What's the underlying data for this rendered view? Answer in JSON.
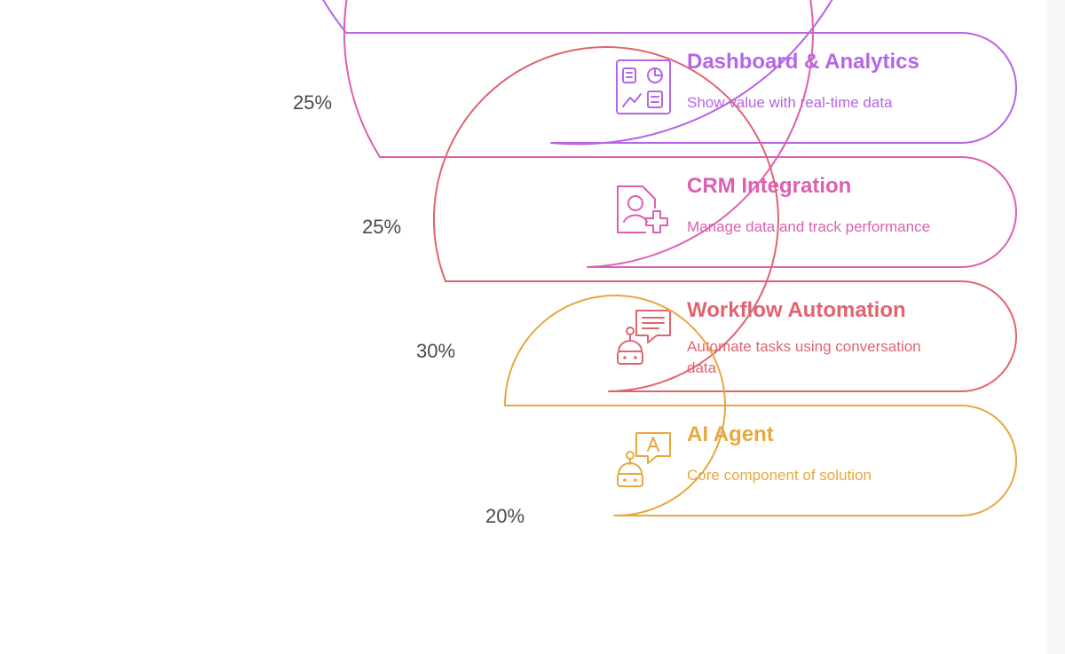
{
  "colors": {
    "dashboard": "#b565e6",
    "crm": "#dc5fb0",
    "workflow": "#e06470",
    "agent": "#e8a73f"
  },
  "layers": [
    {
      "key": "dashboard",
      "percent": "25%",
      "title": "Dashboard & Analytics",
      "description": [
        "Show value with real-time data"
      ],
      "icon": "dashboard-icon"
    },
    {
      "key": "crm",
      "percent": "25%",
      "title": "CRM Integration",
      "description": [
        "Manage data and track performance"
      ],
      "icon": "crm-user-add-icon"
    },
    {
      "key": "workflow",
      "percent": "30%",
      "title": "Workflow Automation",
      "description": [
        "Automate tasks using conversation",
        "data"
      ],
      "icon": "robot-chat-icon"
    },
    {
      "key": "agent",
      "percent": "20%",
      "title": "AI Agent",
      "description": [
        "Core component of solution"
      ],
      "icon": "robot-ai-icon"
    }
  ]
}
